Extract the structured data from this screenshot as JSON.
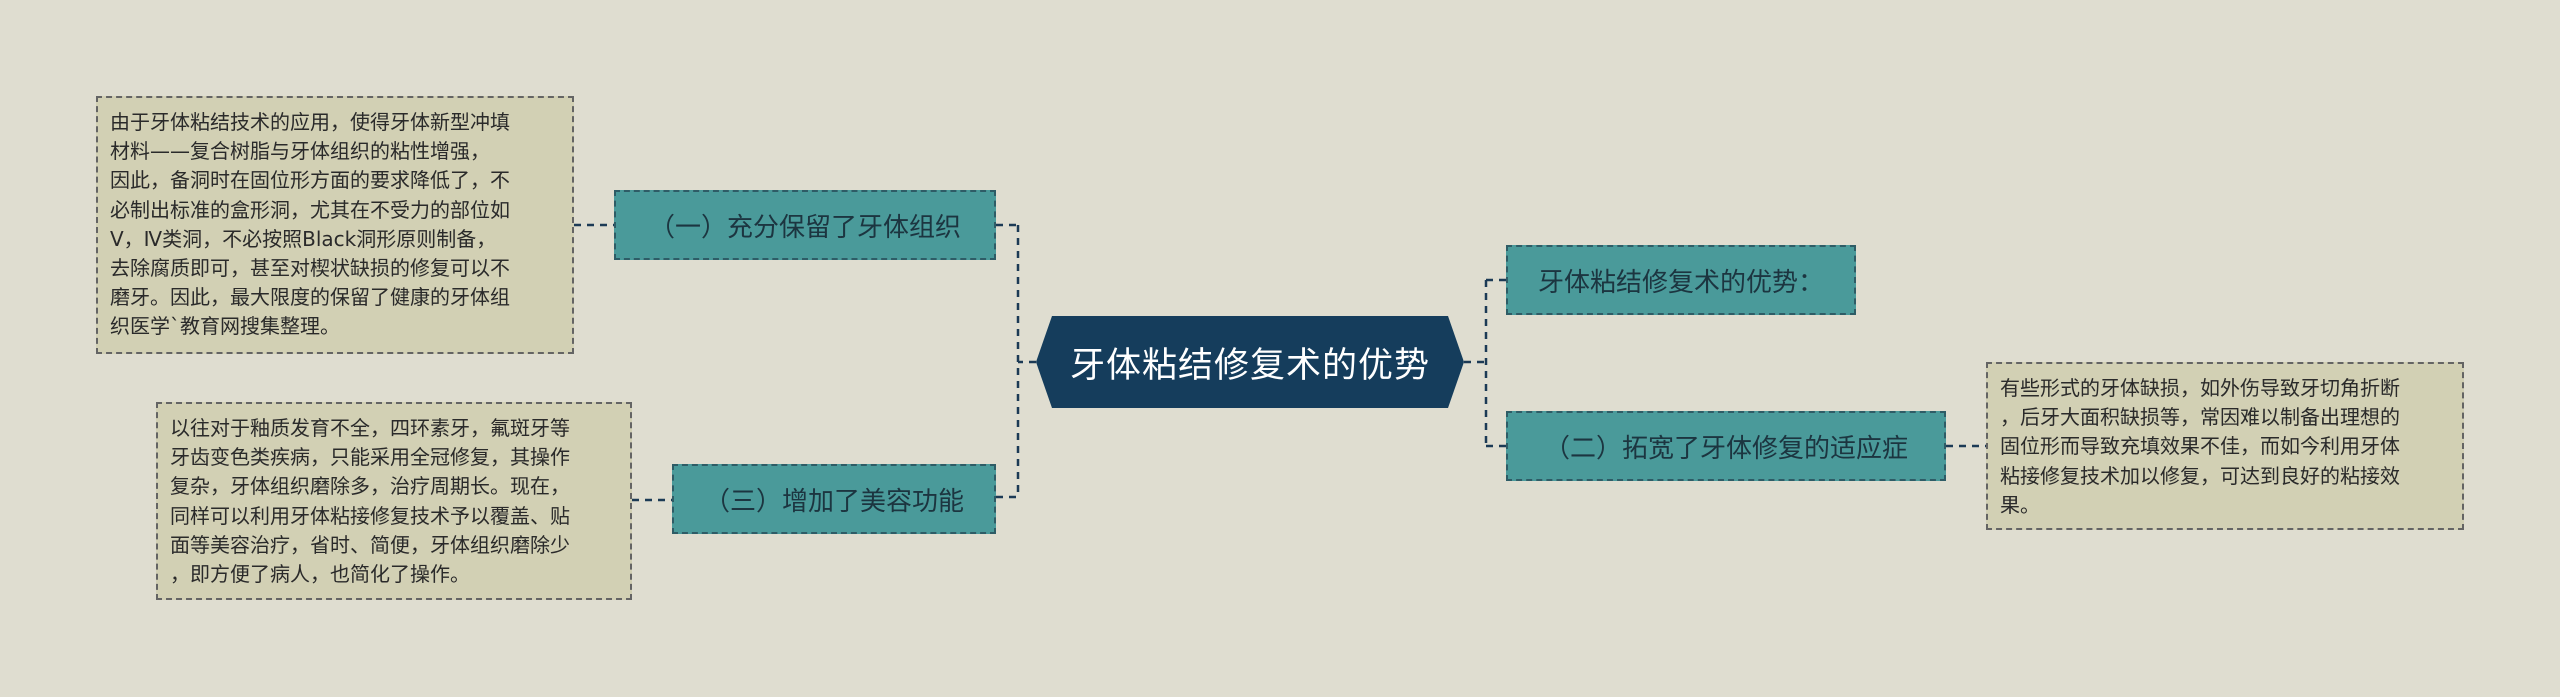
{
  "root": {
    "label": "牙体粘结修复术的优势"
  },
  "branches": [
    {
      "label": "（一）充分保留了牙体组织"
    },
    {
      "label": "（三）增加了美容功能"
    },
    {
      "label": "牙体粘结修复术的优势："
    },
    {
      "label": "（二）拓宽了牙体修复的适应症"
    }
  ],
  "notes": [
    {
      "lines": [
        "由于牙体粘结技术的应用，使得牙体新型冲填",
        "材料——复合树脂与牙体组织的粘性增强，",
        "因此，备洞时在固位形方面的要求降低了，不",
        "必制出标准的盒形洞，尤其在不受力的部位如",
        "Ⅴ，Ⅳ类洞，不必按照Black洞形原则制备，",
        "去除腐质即可，甚至对楔状缺损的修复可以不",
        "磨牙。因此，最大限度的保留了健康的牙体组",
        "织医学`教育网搜集整理。"
      ]
    },
    {
      "lines": [
        "以往对于釉质发育不全，四环素牙，氟斑牙等",
        "牙齿变色类疾病，只能采用全冠修复，其操作",
        "复杂，牙体组织磨除多，治疗周期长。现在，",
        "同样可以利用牙体粘接修复技术予以覆盖、贴",
        "面等美容治疗，省时、简便，牙体组织磨除少",
        "，即方便了病人，也简化了操作。"
      ]
    },
    {
      "lines": [
        "有些形式的牙体缺损，如外伤导致牙切角折断",
        "，后牙大面积缺损等，常因难以制备出理想的",
        "固位形而导致充填效果不佳，而如今利用牙体",
        "粘接修复技术加以修复，可达到良好的粘接效",
        "果。"
      ]
    }
  ],
  "colors": {
    "background": "#dfddd0",
    "root_fill": "#153d5c",
    "branch_fill": "#4a9a9a",
    "note_fill": "#d2d0b4",
    "connector": "#1c3a55"
  }
}
